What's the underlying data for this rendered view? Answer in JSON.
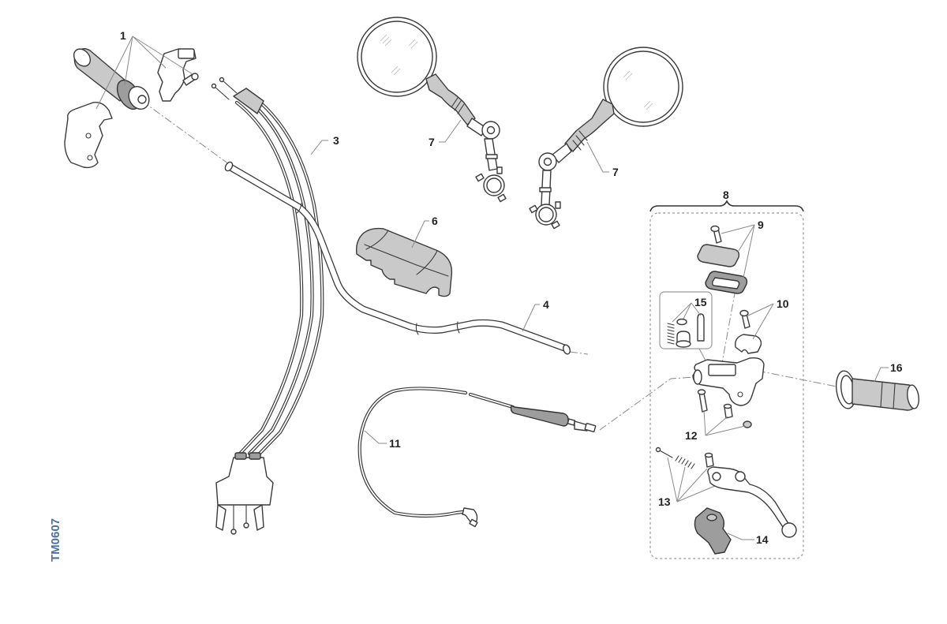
{
  "diagram": {
    "type": "exploded-parts-diagram",
    "subject": "Handlebar, controls and mirrors",
    "drawing_code": "TM0607",
    "colors": {
      "line": "#3a3a3a",
      "shading": "#c9c9c9",
      "leader": "#8a8a8a",
      "code_text": "#4a6fa5"
    },
    "callouts": [
      {
        "id": "c1",
        "label": "1",
        "part": "throttle-grip-assembly"
      },
      {
        "id": "c3",
        "label": "3",
        "part": "throttle-cables"
      },
      {
        "id": "c4",
        "label": "4",
        "part": "handlebar"
      },
      {
        "id": "c6",
        "label": "6",
        "part": "handlebar-pad"
      },
      {
        "id": "c7a",
        "label": "7",
        "part": "mirror-left"
      },
      {
        "id": "c7b",
        "label": "7",
        "part": "mirror-right"
      },
      {
        "id": "c8",
        "label": "8",
        "part": "clutch-master-cylinder-assembly"
      },
      {
        "id": "c9",
        "label": "9",
        "part": "reservoir-cap-kit"
      },
      {
        "id": "c10",
        "label": "10",
        "part": "clamp-kit"
      },
      {
        "id": "c11",
        "label": "11",
        "part": "clutch-hose"
      },
      {
        "id": "c12",
        "label": "12",
        "part": "mounting-hardware"
      },
      {
        "id": "c13",
        "label": "13",
        "part": "lever-pivot-kit"
      },
      {
        "id": "c14",
        "label": "14",
        "part": "lever-boot"
      },
      {
        "id": "c15",
        "label": "15",
        "part": "piston-kit"
      },
      {
        "id": "c16",
        "label": "16",
        "part": "left-grip"
      }
    ]
  }
}
